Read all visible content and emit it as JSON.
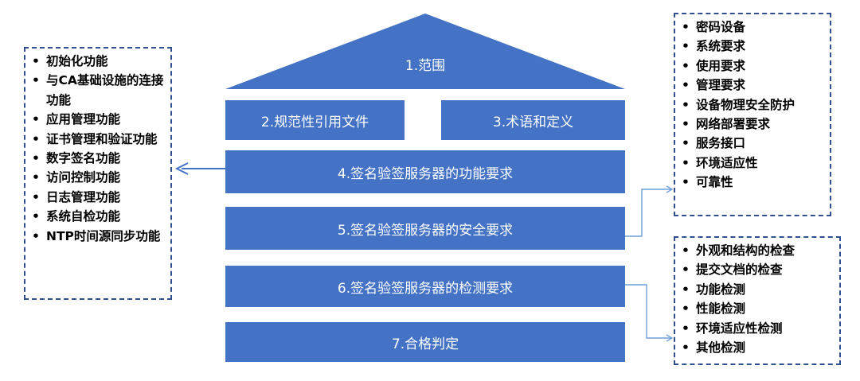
{
  "diagram": {
    "roof_label": "1.范围",
    "block_norms": "2.规范性引用文件",
    "block_terms": "3.术语和定义",
    "block_function": "4.签名验签服务器的功能要求",
    "block_security": "5.签名验签服务器的安全要求",
    "block_testing": "6.签名验签服务器的检测要求",
    "block_judgement": "7.合格判定",
    "colors": {
      "block_fill": "#4472c4",
      "arrow_left": "#4472c4",
      "connector_right": "#6f9fd8",
      "box_border": "#2f4f8f"
    }
  },
  "function_list": [
    "初始化功能",
    "与CA基础设施的连接功能",
    "应用管理功能",
    "证书管理和验证功能",
    "数字签名功能",
    "访问控制功能",
    "日志管理功能",
    "系统自检功能",
    "NTP时间源同步功能"
  ],
  "security_list": [
    "密码设备",
    "系统要求",
    "使用要求",
    "管理要求",
    "设备物理安全防护",
    "网络部署要求",
    "服务接口",
    "环境适应性",
    "可靠性"
  ],
  "testing_list": [
    "外观和结构的检查",
    "提交文档的检查",
    "功能检测",
    "性能检测",
    "环境适应性检测",
    "其他检测"
  ]
}
